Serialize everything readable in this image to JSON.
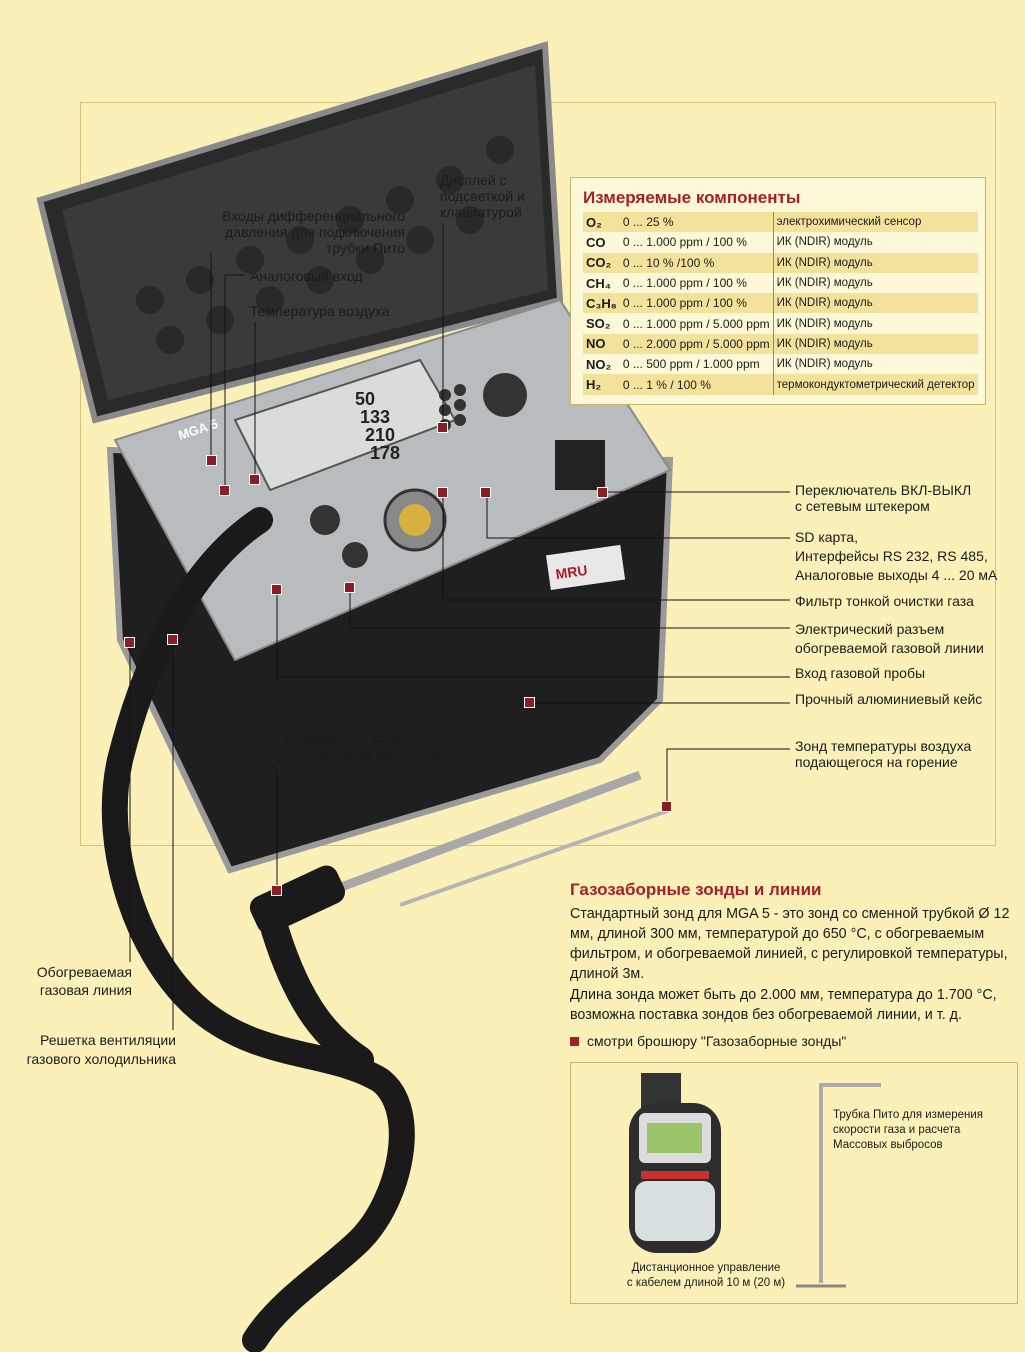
{
  "labels": {
    "pitot_inputs": [
      "Входы дифференциального",
      "давления для подключения",
      "трубки Пито"
    ],
    "analog_input": "Аналоговый вход",
    "air_temperature": "Температура воздуха",
    "display": [
      "Дисплей с",
      "подсветкой и",
      "клавиатурой"
    ],
    "power_switch": [
      "Переключатель ВКЛ-ВЫКЛ",
      "с сетевым штекером"
    ],
    "interfaces": [
      "SD карта,",
      "Интерфейсы RS 232, RS 485,",
      "Аналоговые выходы 4 ... 20 мА"
    ],
    "fine_filter": "Фильтр тонкой очистки газа",
    "heated_connector": [
      "Электрический разъем",
      "обогреваемой газовой линии"
    ],
    "gas_inlet": "Вход газовой пробы",
    "aluminium_case": "Прочный алюминиевый кейс",
    "air_temp_probe": [
      "Зонд температуры воздуха",
      "подающегося на горение"
    ],
    "sampling_probe": [
      "Газозаборный зонд с",
      "обогреваемым фильтром"
    ],
    "heated_line": [
      "Обогреваемая",
      "газовая линия"
    ],
    "cooler_grid": [
      "Решетка вентиляции",
      "газового холодильника"
    ]
  },
  "device": {
    "model": "MGA 5",
    "brand": "MRU",
    "readings": [
      "50",
      "133",
      "210",
      "178"
    ]
  },
  "components": {
    "title": "Измеряемые компоненты",
    "rows": [
      {
        "formula": "O₂",
        "range": "0 ... 25 %",
        "sensor": "электрохимический сенсор"
      },
      {
        "formula": "CO",
        "range": "0 ... 1.000 ppm / 100 %",
        "sensor": "ИК (NDIR) модуль"
      },
      {
        "formula": "CO₂",
        "range": "0 ... 10 % /100 %",
        "sensor": "ИК (NDIR) модуль"
      },
      {
        "formula": "CH₄",
        "range": "0 ... 1.000 ppm / 100 %",
        "sensor": "ИК (NDIR) модуль"
      },
      {
        "formula": "C₃H₈",
        "range": "0 ... 1.000 ppm / 100 %",
        "sensor": "ИК (NDIR) модуль"
      },
      {
        "formula": "SO₂",
        "range": "0 ... 1.000 ppm / 5.000 ppm",
        "sensor": "ИК (NDIR) модуль"
      },
      {
        "formula": "NO",
        "range": "0 ... 2.000 ppm / 5.000 ppm",
        "sensor": "ИК (NDIR) модуль"
      },
      {
        "formula": "NO₂",
        "range": "0 ... 500 ppm / 1.000 ppm",
        "sensor": "ИК (NDIR) модуль"
      },
      {
        "formula": "H₂",
        "range": "0 ... 1 % / 100 %",
        "sensor": "термокондуктометрический детектор"
      }
    ]
  },
  "probes": {
    "title": "Газозаборные зонды и линии",
    "paragraph1": "Стандартный зонд для MGA 5 - это зонд со сменной трубкой Ø 12 мм, длиной 300 мм, температурой до 650 °C, с обогреваемым фильтром, и обогреваемой линией, с регулировкой температуры, длиной 3м.",
    "paragraph2": "Длина зонда может быть до 2.000 мм, температура до 1.700 °C, возможна поставка зондов без обогреваемой линии, и т. д.",
    "bullet": "смотри брошюру \"Газозаборные зонды\""
  },
  "inset": {
    "pitot_tube": [
      "Трубка Пито для измерения",
      "скорости газа и расчета",
      "Массовых выбросов"
    ],
    "remote": [
      "Дистанционное управление",
      "с кабелем длиной 10 м (20 м)"
    ]
  },
  "colors": {
    "accent": "#a5202a",
    "marker": "#8b1d24",
    "background": "#fbf1b8"
  }
}
